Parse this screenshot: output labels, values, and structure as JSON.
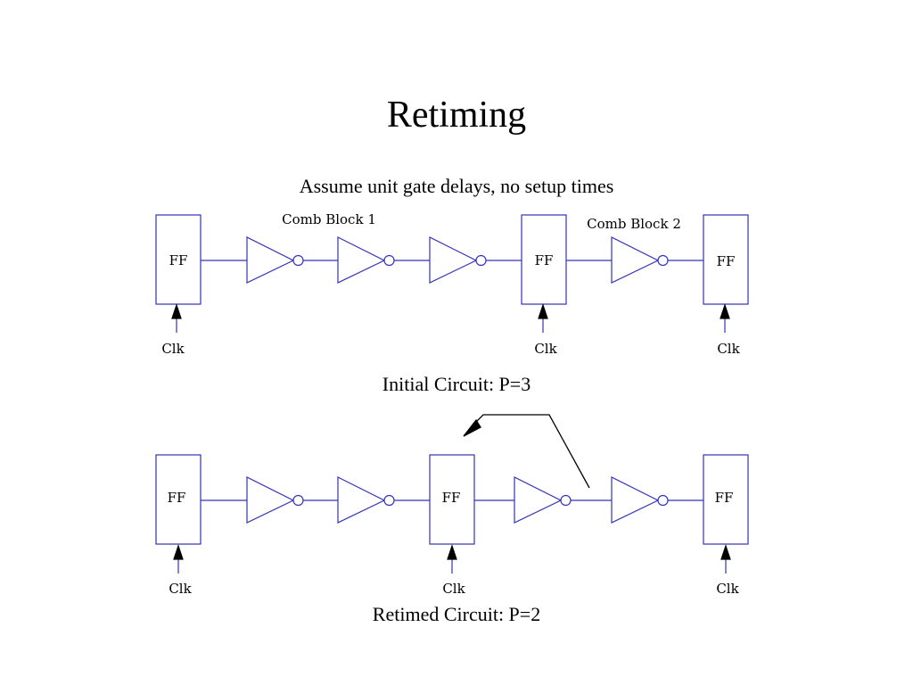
{
  "slide": {
    "title": "Retiming",
    "subtitle": "Assume unit gate delays, no setup times"
  },
  "initial_circuit": {
    "caption": "Initial Circuit: P=3",
    "block_labels": [
      "Comb Block 1",
      "Comb Block 2"
    ],
    "ff_label": "FF",
    "clk_label": "Clk"
  },
  "retimed_circuit": {
    "caption": "Retimed Circuit: P=2",
    "ff_label": "FF",
    "clk_label": "Clk"
  },
  "colors": {
    "circuit": "#3333bb",
    "text": "#000000",
    "arrow": "#000000"
  },
  "icons": {
    "ff": "flip-flop-box",
    "gate": "inverter-triangle-bubble",
    "clk": "clock-arrow-up",
    "move": "retiming-arrow"
  }
}
